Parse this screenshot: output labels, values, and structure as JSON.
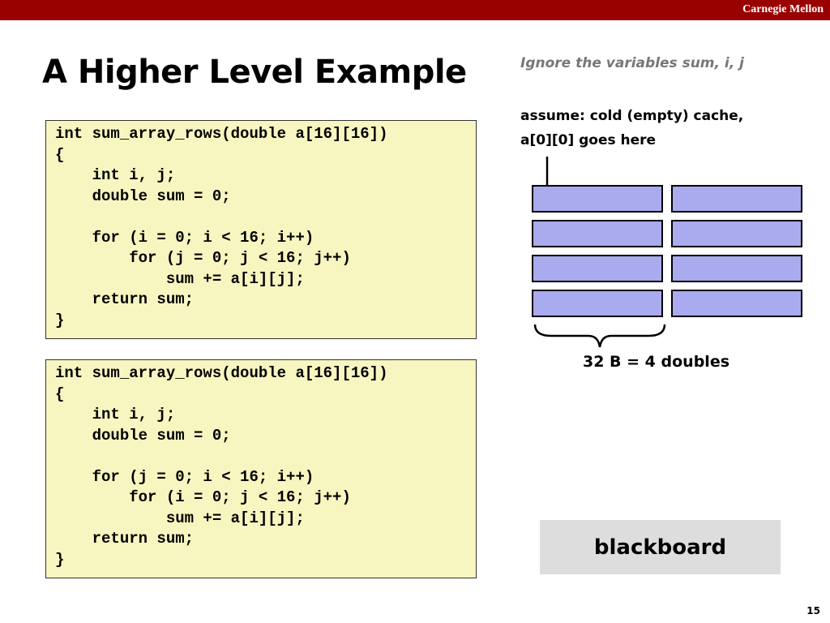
{
  "header": {
    "brand": "Carnegie Mellon"
  },
  "slide": {
    "title": "A Higher Level Example",
    "page_number": "15"
  },
  "notes": {
    "ignore": "Ignore the variables sum, i, j",
    "assume_line1": "assume: cold (empty) cache,",
    "assume_line2": "a[0][0] goes here"
  },
  "code_blocks": [
    {
      "lines": [
        "int sum_array_rows(double a[16][16])",
        "{",
        "    int i, j;",
        "    double sum = 0;",
        "",
        "    for (i = 0; i < 16; i++)",
        "        for (j = 0; j < 16; j++)",
        "            sum += a[i][j];",
        "    return sum;",
        "}"
      ]
    },
    {
      "lines": [
        "int sum_array_rows(double a[16][16])",
        "{",
        "    int i, j;",
        "    double sum = 0;",
        "",
        "    for (j = 0; i < 16; i++)",
        "        for (i = 0; j < 16; j++)",
        "            sum += a[i][j];",
        "    return sum;",
        "}"
      ]
    }
  ],
  "cache": {
    "rows": 4,
    "cols": 2,
    "fill_color": "#aaaaee",
    "brace_label": "32 B = 4 doubles"
  },
  "blackboard": {
    "label": "blackboard"
  },
  "colors": {
    "header_bar": "#990000",
    "code_background": "#f8f6c0",
    "note_gray": "#777777",
    "blackboard_background": "#dddddd"
  },
  "icons": {
    "pointer": "arrow-down-icon",
    "brace": "curly-brace-icon"
  }
}
